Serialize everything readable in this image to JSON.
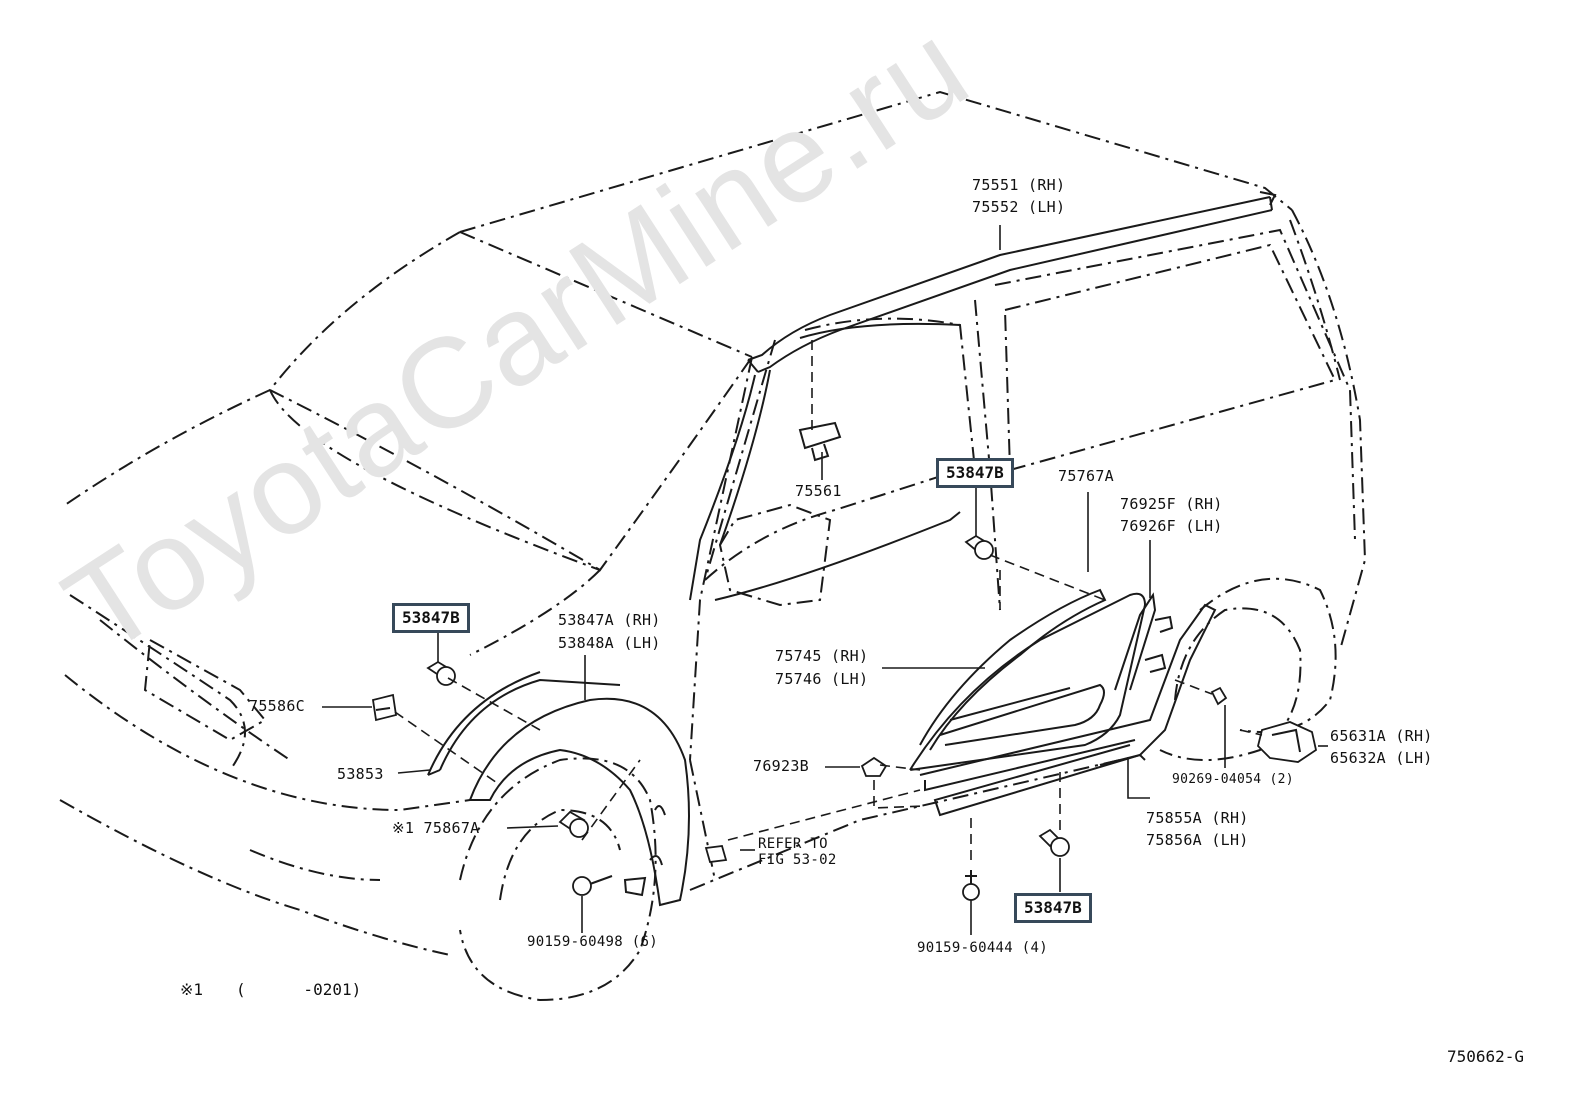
{
  "watermark": "ToyotaCarMine.ru",
  "callouts": {
    "p75551": "75551 (RH)",
    "p75552": "75552 (LH)",
    "p75561": "75561",
    "p53847B_a": "53847B",
    "p53847B_b": "53847B",
    "p53847B_c": "53847B",
    "p75767A": "75767A",
    "p76925F": "76925F (RH)",
    "p76926F": "76926F (LH)",
    "p53847A": "53847A (RH)",
    "p53848A": "53848A (LH)",
    "p75745": "75745 (RH)",
    "p75746": "75746 (LH)",
    "p75586C": "75586C",
    "p53853": "53853",
    "p76923B": "76923B",
    "p65631A": "65631A (RH)",
    "p65632A": "65632A (LH)",
    "p90269": "90269-04054 (2)",
    "p75855A": "75855A (RH)",
    "p75856A": "75856A (LH)",
    "p75867A": "※1 75867A",
    "refer_to": "REFER TO",
    "fig": "FIG 53-02",
    "p90159_60498": "90159-60498 (6)",
    "p90159_60444": "90159-60444 (4)"
  },
  "footnote": {
    "mark": "※1",
    "range": "(      -0201)"
  },
  "figure_id": "750662-G"
}
